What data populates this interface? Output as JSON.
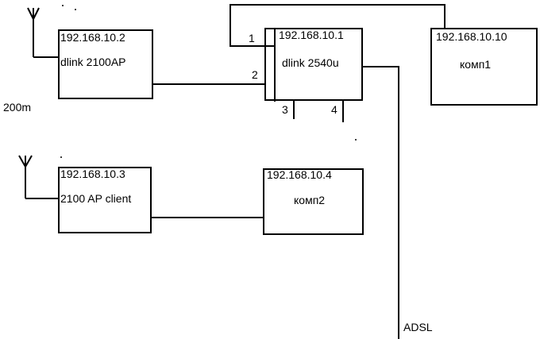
{
  "devices": {
    "ap1": {
      "ip": "192.168.10.2",
      "name": "dlink 2100AP"
    },
    "router": {
      "ip": "192.168.10.1",
      "name": "dlink 2540u",
      "ports": [
        "1",
        "2",
        "3",
        "4"
      ]
    },
    "pc1": {
      "ip": "192.168.10.10",
      "name": "комп1"
    },
    "ap2": {
      "ip": "192.168.10.3",
      "name": "2100 AP client"
    },
    "pc2": {
      "ip": "192.168.10.4",
      "name": "комп2"
    }
  },
  "distance_label": "200m",
  "uplink_label": "ADSL"
}
